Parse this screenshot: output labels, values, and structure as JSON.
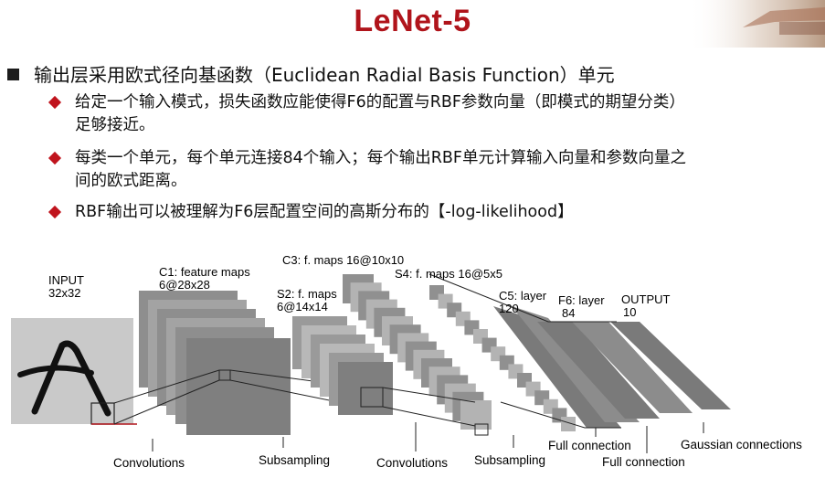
{
  "title": "LeNet-5",
  "main_bullet": "输出层采用欧式径向基函数（Euclidean Radial Basis Function）单元",
  "sub_bullets": [
    {
      "line1": "给定一个输入模式，损失函数应能使得F6的配置与RBF参数向量（即模式的期望分类）",
      "line2": "足够接近。"
    },
    {
      "line1": "每类一个单元，每个单元连接84个输入；每个输出RBF单元计算输入向量和参数向量之",
      "line2": "间的欧式距离。"
    },
    {
      "line1": "RBF输出可以被理解为F6层配置空间的高斯分布的【-log-likelihood】",
      "line2": ""
    }
  ],
  "diagram": {
    "layers": {
      "input": {
        "name": "INPUT",
        "size": "32x32"
      },
      "c1": {
        "name": "C1: feature maps",
        "size": "6@28x28"
      },
      "s2": {
        "name": "S2: f. maps",
        "size": "6@14x14"
      },
      "c3": {
        "name": "C3: f. maps 16@10x10"
      },
      "s4": {
        "name": "S4: f. maps 16@5x5"
      },
      "c5": {
        "name": "C5: layer",
        "size": "120"
      },
      "f6": {
        "name": "F6: layer",
        "size": "84"
      },
      "output": {
        "name": "OUTPUT",
        "size": "10"
      }
    },
    "operations": {
      "conv1": "Convolutions",
      "sub1": "Subsampling",
      "conv2": "Convolutions",
      "sub2": "Subsampling",
      "full1": "Full connection",
      "full2": "Full connection",
      "gauss": "Gaussian connections"
    }
  },
  "colors": {
    "title": "#b0141b",
    "diamond": "#c0141d"
  }
}
